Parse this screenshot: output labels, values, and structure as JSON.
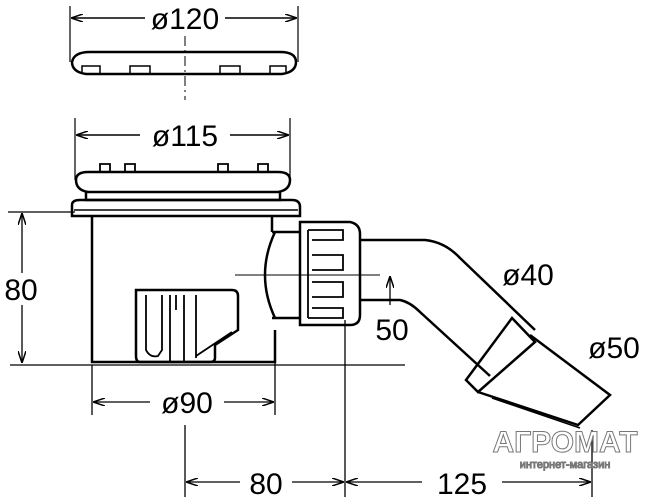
{
  "dimensions": {
    "cover_diameter": "ø120",
    "grating_diameter": "ø115",
    "height": "80",
    "body_diameter": "ø90",
    "outlet_height": "50",
    "pipe_diameter": "ø40",
    "sleeve_diameter": "ø50",
    "offset_horizontal": "80",
    "outlet_length": "125"
  },
  "watermark": {
    "brand": "АГРОМАТ",
    "tagline": "интернет-магазин"
  }
}
